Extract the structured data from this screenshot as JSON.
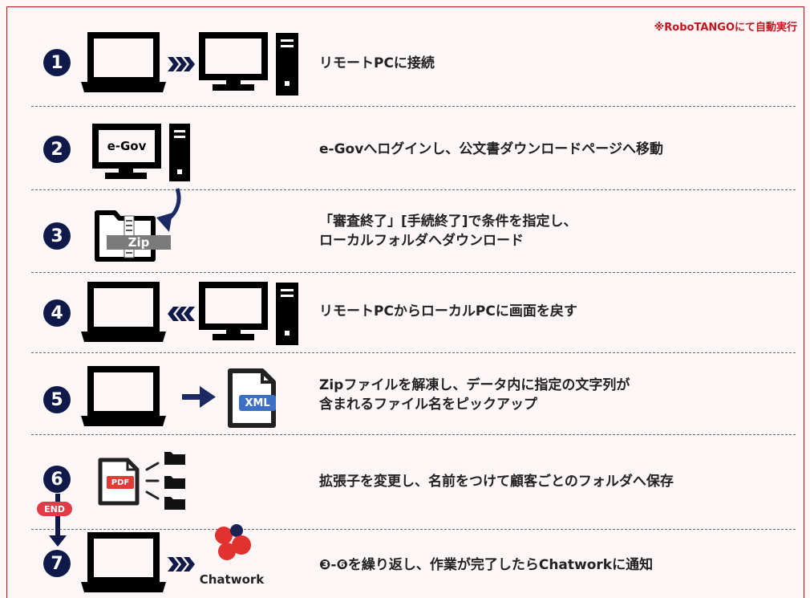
{
  "note": "※RoboTANGOにて自動実行",
  "steps": [
    {
      "num": "1",
      "text": "リモートPCに接続"
    },
    {
      "num": "2",
      "text": "e-Govへログインし、公文書ダウンロードページへ移動",
      "screen_label": "e-Gov"
    },
    {
      "num": "3",
      "text": "「審査終了」[手続終了]で条件を指定し、\nローカルフォルダへダウンロード",
      "zip_label": "Zip"
    },
    {
      "num": "4",
      "text": "リモートPCからローカルPCに画面を戻す"
    },
    {
      "num": "5",
      "text": "Zipファイルを解凍し、データ内に指定の文字列が\n含まれるファイル名をピックアップ",
      "file_label": "XML"
    },
    {
      "num": "6",
      "text": "拡張子を変更し、名前をつけて顧客ごとのフォルダへ保存",
      "file_label": "PDF",
      "end_label": "END"
    },
    {
      "num": "7",
      "text": "❸-❻を繰り返し、作業が完了したらChatworkに通知",
      "brand_label": "Chatwork"
    }
  ],
  "colors": {
    "navy": "#101a4a",
    "red": "#c5131d",
    "frame": "#b5111b",
    "xml_blue": "#3d6fc2",
    "pdf_red": "#e23a35",
    "chatwork": [
      "#e2322f",
      "#1b2256"
    ]
  }
}
